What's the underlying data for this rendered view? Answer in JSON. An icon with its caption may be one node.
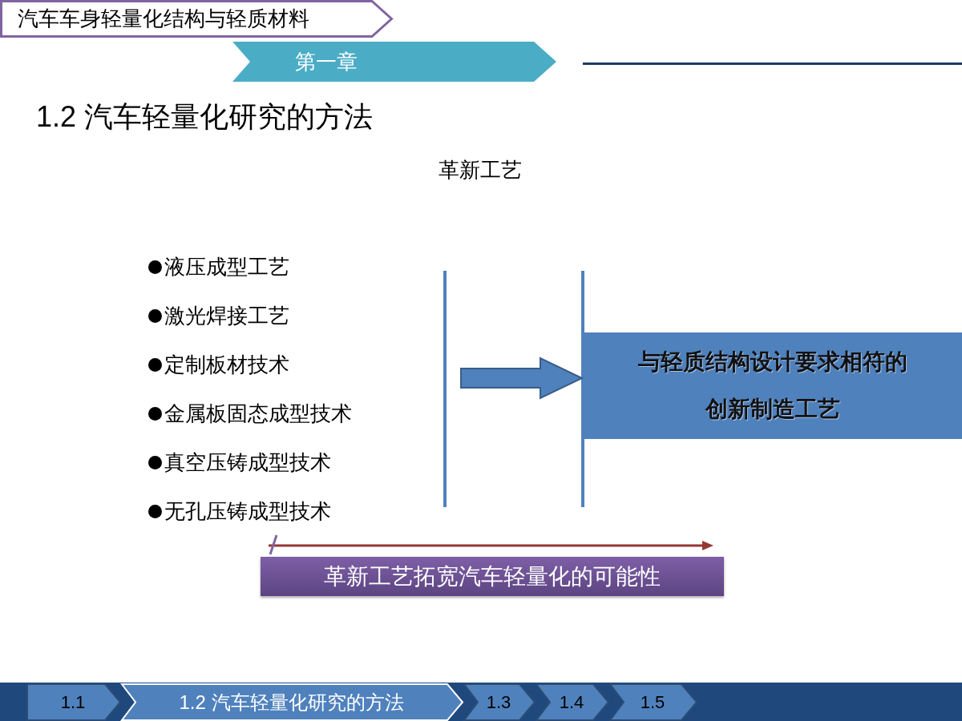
{
  "diagram": {
    "title": "1.2 汽车轻量化研究的方法",
    "nodes": [
      {
        "text": [
          "汽车车身轻量化结构与轻质材料"
        ]
      },
      {
        "text": [
          "第一章"
        ]
      },
      {
        "text": [
          "与轻质结构设计要求相符的创新制造工艺"
        ]
      },
      {
        "text": [
          "革新工艺拓宽汽车轻量化的可能性"
        ]
      },
      {
        "text": [
          "1.1"
        ]
      },
      {
        "text": [
          "1.2 汽车轻量化研究的方法"
        ]
      },
      {
        "text": [
          "1.3"
        ]
      },
      {
        "text": [
          "1.4"
        ]
      },
      {
        "text": [
          "1.5"
        ]
      }
    ],
    "edges": [
      {
        "from": null,
        "to": 2,
        "arrow": "to"
      }
    ],
    "labels": [
      "革新工艺",
      "液压成型工艺",
      "激光焊接工艺",
      "定制板材技术",
      "金属板固态成型技术",
      "真空压铸成型技术",
      "无孔压铸成型技术"
    ]
  }
}
